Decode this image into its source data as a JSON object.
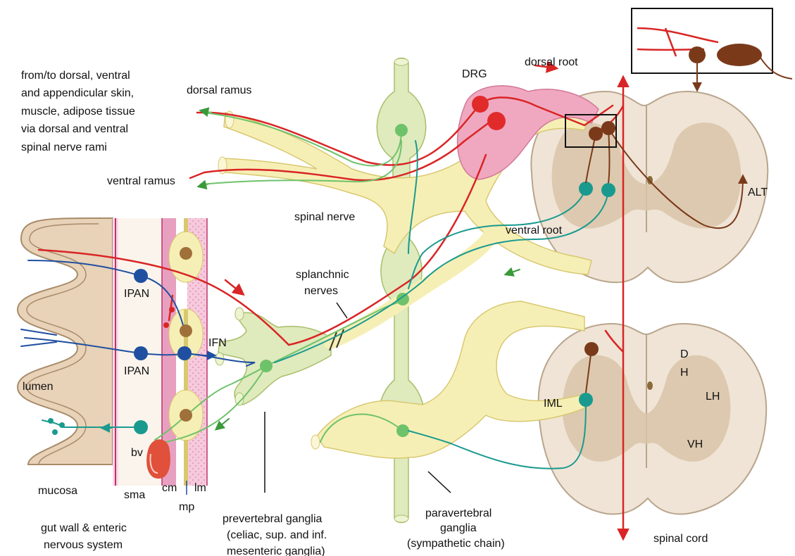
{
  "colors": {
    "afferent_red": "#d92525",
    "sympathetic_green": "#6ec26a",
    "preganglionic_teal": "#1a9a8e",
    "ipan_blue": "#1f4fa0",
    "brown": "#7a3a1a",
    "nerve_yellow": "#f6efb5",
    "chain_green": "#dfeabd",
    "drg_pink": "#f0a8c0",
    "cord_grey": "#efe4d6",
    "grey_matter": "#d9c4a8"
  },
  "labels": {
    "dorsal_ramus": "dorsal ramus",
    "ventral_ramus": "ventral ramus",
    "skin_note": [
      "from/to dorsal, ventral",
      "and appendicular skin,",
      "muscle, adipose tissue",
      "via dorsal and ventral",
      "spinal nerve rami"
    ],
    "drg": "DRG",
    "dorsal_root": "dorsal root",
    "alt": "ALT",
    "spinal_nerve": "spinal nerve",
    "ventral_root": "ventral root",
    "splanchnic": [
      "splanchnic",
      "nerves"
    ],
    "ifn": "IFN",
    "ipan_1": "IPAN",
    "ipan_2": "IPAN",
    "lumen": "lumen",
    "bv": "bv",
    "mucosa": "mucosa",
    "sma": "sma",
    "cm": "cm",
    "lm": "lm",
    "mp": "mp",
    "gut_wall": [
      "gut wall & enteric",
      "nervous system"
    ],
    "prevertebral": [
      "prevertebral  ganglia",
      "(celiac, sup. and inf.",
      "mesenteric ganglia)"
    ],
    "paravertebral": [
      "paravertebral",
      "ganglia",
      "(sympathetic chain)"
    ],
    "spinal_cord": "spinal cord",
    "iml": "IML",
    "dh": [
      "D",
      "H"
    ],
    "lh": "LH",
    "vh": "VH"
  }
}
